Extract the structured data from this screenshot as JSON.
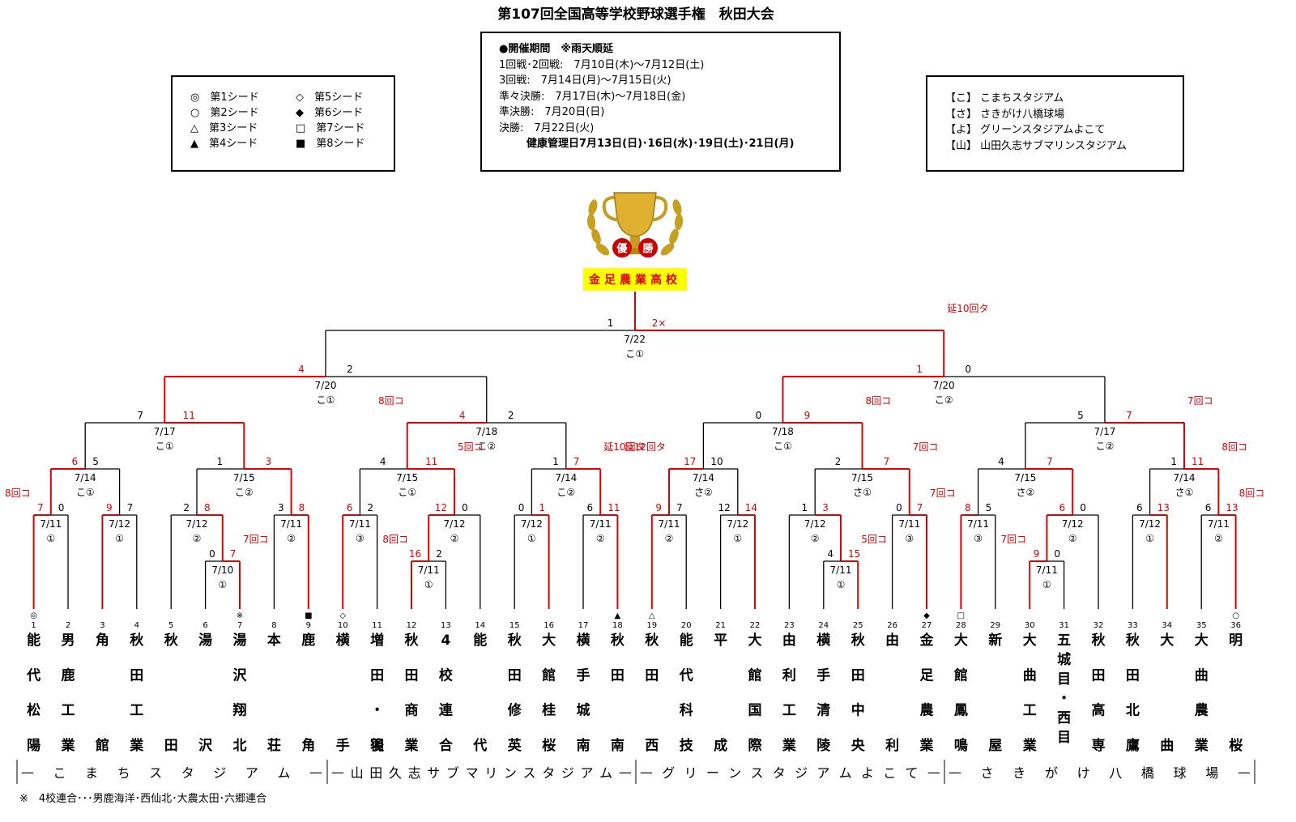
{
  "title": "第107回全国高等学校野球選手権　秋田大会",
  "seed_legend": [
    {
      "symbol": "◎",
      "label": "第1シード"
    },
    {
      "symbol": "◇",
      "label": "第5シード"
    },
    {
      "symbol": "○",
      "label": "第2シード"
    },
    {
      "symbol": "◆",
      "label": "第6シード"
    },
    {
      "symbol": "△",
      "label": "第3シード"
    },
    {
      "symbol": "□",
      "label": "第7シード"
    },
    {
      "symbol": "▲",
      "label": "第4シード"
    },
    {
      "symbol": "■",
      "label": "第8シード"
    }
  ],
  "schedule": {
    "heading": "●開催期間　※雨天順延",
    "lines": [
      "1回戦･2回戦:　7月10日(木)～7月12日(土)",
      "3回戦:　7月14日(月)～7月15日(火)",
      "準々決勝:　7月17日(木)～7月18日(金)",
      "準決勝:　7月20日(日)",
      "決勝:　7月22日(火)"
    ],
    "health": "健康管理日7月13日(日)･16日(水)･19日(土)･21日(月)"
  },
  "venues": [
    "【こ】 こまちスタジアム",
    "【さ】 さきがけ八橋球場",
    "【よ】 グリーンスタジアムよこて",
    "【山】 山田久志サブマリンスタジアム"
  ],
  "champion": {
    "badge": "優勝",
    "name": "金足農業高校"
  },
  "teams": [
    {
      "no": "1",
      "seed": "◎",
      "name": "能代松陽"
    },
    {
      "no": "2",
      "seed": "",
      "name": "男鹿工業"
    },
    {
      "no": "3",
      "seed": "",
      "name": "角館"
    },
    {
      "no": "4",
      "seed": "",
      "name": "秋田工業"
    },
    {
      "no": "5",
      "seed": "",
      "name": "秋田"
    },
    {
      "no": "6",
      "seed": "",
      "name": "湯沢"
    },
    {
      "no": "7",
      "seed": "※",
      "name": "湯沢翔北"
    },
    {
      "no": "8",
      "seed": "",
      "name": "本荘"
    },
    {
      "no": "9",
      "seed": "■",
      "name": "鹿角"
    },
    {
      "no": "10",
      "seed": "◇",
      "name": "横手"
    },
    {
      "no": "11",
      "seed": "",
      "name": "増田・羽後"
    },
    {
      "no": "12",
      "seed": "",
      "name": "秋田商業"
    },
    {
      "no": "13",
      "seed": "",
      "name": "4校連合"
    },
    {
      "no": "14",
      "seed": "",
      "name": "能代"
    },
    {
      "no": "15",
      "seed": "",
      "name": "秋田修英"
    },
    {
      "no": "16",
      "seed": "",
      "name": "大館桂桜"
    },
    {
      "no": "17",
      "seed": "",
      "name": "横手城南"
    },
    {
      "no": "18",
      "seed": "▲",
      "name": "秋田南"
    },
    {
      "no": "19",
      "seed": "△",
      "name": "秋田西"
    },
    {
      "no": "20",
      "seed": "",
      "name": "能代科技"
    },
    {
      "no": "21",
      "seed": "",
      "name": "平成"
    },
    {
      "no": "22",
      "seed": "",
      "name": "大館国際"
    },
    {
      "no": "23",
      "seed": "",
      "name": "由利工業"
    },
    {
      "no": "24",
      "seed": "",
      "name": "横手清陵"
    },
    {
      "no": "25",
      "seed": "",
      "name": "秋田中央"
    },
    {
      "no": "26",
      "seed": "",
      "name": "由利"
    },
    {
      "no": "27",
      "seed": "◆",
      "name": "金足農業"
    },
    {
      "no": "28",
      "seed": "□",
      "name": "大館鳳鳴"
    },
    {
      "no": "29",
      "seed": "",
      "name": "新屋"
    },
    {
      "no": "30",
      "seed": "",
      "name": "大曲工業"
    },
    {
      "no": "31",
      "seed": "",
      "name": "五城目・西目"
    },
    {
      "no": "32",
      "seed": "",
      "name": "秋田高専"
    },
    {
      "no": "33",
      "seed": "",
      "name": "秋田北鷹"
    },
    {
      "no": "34",
      "seed": "",
      "name": "大曲"
    },
    {
      "no": "35",
      "seed": "",
      "name": "大曲農業"
    },
    {
      "no": "36",
      "seed": "○",
      "name": "明桜"
    }
  ],
  "matches": [
    {
      "id": "r1_6_7",
      "date": "7/10",
      "venue": "①",
      "scores": [
        "0",
        "7"
      ],
      "winner": 1,
      "note": "7回コ"
    },
    {
      "id": "r1_12_13",
      "date": "7/11",
      "venue": "①",
      "scores": [
        "16",
        "2"
      ],
      "winner": 0,
      "note": "8回コ"
    },
    {
      "id": "r1_24_25",
      "date": "7/11",
      "venue": "①",
      "scores": [
        "4",
        "15"
      ],
      "winner": 1,
      "note": "5回コ"
    },
    {
      "id": "r1_30_31",
      "date": "7/11",
      "venue": "①",
      "scores": [
        "9",
        "0"
      ],
      "winner": 0,
      "note": "7回コ"
    },
    {
      "id": "r2_1_2",
      "date": "7/11",
      "venue": "①",
      "scores": [
        "7",
        "0"
      ],
      "winner": 0,
      "note": "8回コ"
    },
    {
      "id": "r2_3_4",
      "date": "7/12",
      "venue": "①",
      "scores": [
        "9",
        "7"
      ],
      "winner": 0,
      "note": ""
    },
    {
      "id": "r2_5_67",
      "date": "7/12",
      "venue": "②",
      "scores": [
        "2",
        "8"
      ],
      "winner": 1,
      "note": ""
    },
    {
      "id": "r2_8_9",
      "date": "7/11",
      "venue": "②",
      "scores": [
        "3",
        "8"
      ],
      "winner": 1,
      "note": ""
    },
    {
      "id": "r2_10_11",
      "date": "7/11",
      "venue": "③",
      "scores": [
        "6",
        "2"
      ],
      "winner": 0,
      "note": ""
    },
    {
      "id": "r2_1213_14",
      "date": "7/12",
      "venue": "②",
      "scores": [
        "12",
        "0"
      ],
      "winner": 0,
      "note": ""
    },
    {
      "id": "r2_15_16",
      "date": "7/12",
      "venue": "①",
      "scores": [
        "0",
        "1"
      ],
      "winner": 1,
      "note": ""
    },
    {
      "id": "r2_17_18",
      "date": "7/11",
      "venue": "②",
      "scores": [
        "6",
        "11"
      ],
      "winner": 1,
      "note": ""
    },
    {
      "id": "r2_19_20",
      "date": "7/11",
      "venue": "②",
      "scores": [
        "9",
        "7"
      ],
      "winner": 0,
      "note": ""
    },
    {
      "id": "r2_21_22",
      "date": "7/12",
      "venue": "①",
      "scores": [
        "12",
        "14"
      ],
      "winner": 1,
      "note": ""
    },
    {
      "id": "r2_23_2425",
      "date": "7/12",
      "venue": "②",
      "scores": [
        "1",
        "3"
      ],
      "winner": 1,
      "note": ""
    },
    {
      "id": "r2_26_27",
      "date": "7/11",
      "venue": "③",
      "scores": [
        "0",
        "7"
      ],
      "winner": 1,
      "note": "7回コ"
    },
    {
      "id": "r2_28_29",
      "date": "7/11",
      "venue": "③",
      "scores": [
        "8",
        "5"
      ],
      "winner": 0,
      "note": ""
    },
    {
      "id": "r2_3031_32",
      "date": "7/12",
      "venue": "②",
      "scores": [
        "6",
        "0"
      ],
      "winner": 0,
      "note": ""
    },
    {
      "id": "r2_33_34",
      "date": "7/12",
      "venue": "①",
      "scores": [
        "6",
        "13"
      ],
      "winner": 1,
      "note": ""
    },
    {
      "id": "r2_35_36",
      "date": "7/11",
      "venue": "②",
      "scores": [
        "6",
        "13"
      ],
      "winner": 1,
      "note": "8回コ"
    },
    {
      "id": "r3_a",
      "date": "7/14",
      "venue": "こ①",
      "scores": [
        "6",
        "5"
      ],
      "winner": 0,
      "note": ""
    },
    {
      "id": "r3_b",
      "date": "7/15",
      "venue": "こ②",
      "scores": [
        "1",
        "3"
      ],
      "winner": 1,
      "note": ""
    },
    {
      "id": "r3_c",
      "date": "7/15",
      "venue": "こ①",
      "scores": [
        "4",
        "11"
      ],
      "winner": 1,
      "note": "5回コ"
    },
    {
      "id": "r3_d",
      "date": "7/14",
      "venue": "こ②",
      "scores": [
        "1",
        "7"
      ],
      "winner": 1,
      "note": "延10回タ"
    },
    {
      "id": "r3_e",
      "date": "7/14",
      "venue": "さ②",
      "scores": [
        "17",
        "10"
      ],
      "winner": 0,
      "note": "延12回タ"
    },
    {
      "id": "r3_f",
      "date": "7/15",
      "venue": "さ①",
      "scores": [
        "2",
        "7"
      ],
      "winner": 1,
      "note": "7回コ"
    },
    {
      "id": "r3_g",
      "date": "7/15",
      "venue": "さ②",
      "scores": [
        "4",
        "7"
      ],
      "winner": 1,
      "note": ""
    },
    {
      "id": "r3_h",
      "date": "7/14",
      "venue": "さ①",
      "scores": [
        "1",
        "11"
      ],
      "winner": 1,
      "note": "8回コ"
    },
    {
      "id": "qf_a",
      "date": "7/17",
      "venue": "こ①",
      "scores": [
        "7",
        "11"
      ],
      "winner": 1,
      "note": ""
    },
    {
      "id": "qf_b",
      "date": "7/18",
      "venue": "こ②",
      "scores": [
        "4",
        "2"
      ],
      "winner": 0,
      "note": "8回コ"
    },
    {
      "id": "qf_c",
      "date": "7/18",
      "venue": "こ①",
      "scores": [
        "0",
        "9"
      ],
      "winner": 1,
      "note": "8回コ"
    },
    {
      "id": "qf_d",
      "date": "7/17",
      "venue": "こ②",
      "scores": [
        "5",
        "7"
      ],
      "winner": 1,
      "note": "7回コ"
    },
    {
      "id": "sf_a",
      "date": "7/20",
      "venue": "こ①",
      "scores": [
        "4",
        "2"
      ],
      "winner": 0,
      "note": ""
    },
    {
      "id": "sf_b",
      "date": "7/20",
      "venue": "こ②",
      "scores": [
        "1",
        "0"
      ],
      "winner": 0,
      "note": ""
    },
    {
      "id": "final",
      "date": "7/22",
      "venue": "こ①",
      "scores": [
        "1",
        "2×"
      ],
      "winner": 1,
      "note": "延10回タ"
    }
  ],
  "venue_bar": [
    "こまちスタジアム",
    "山田久志サブマリンスタジアム",
    "グリーンスタジアムよこて",
    "さきがけ八橋球場"
  ],
  "footnote": "※　4校連合･･･男鹿海洋･西仙北･大農太田･六郷連合",
  "colors": {
    "win": "#e00000",
    "line": "#000000",
    "champion_bg": "#ffff00",
    "trophy": "#d4a017"
  }
}
